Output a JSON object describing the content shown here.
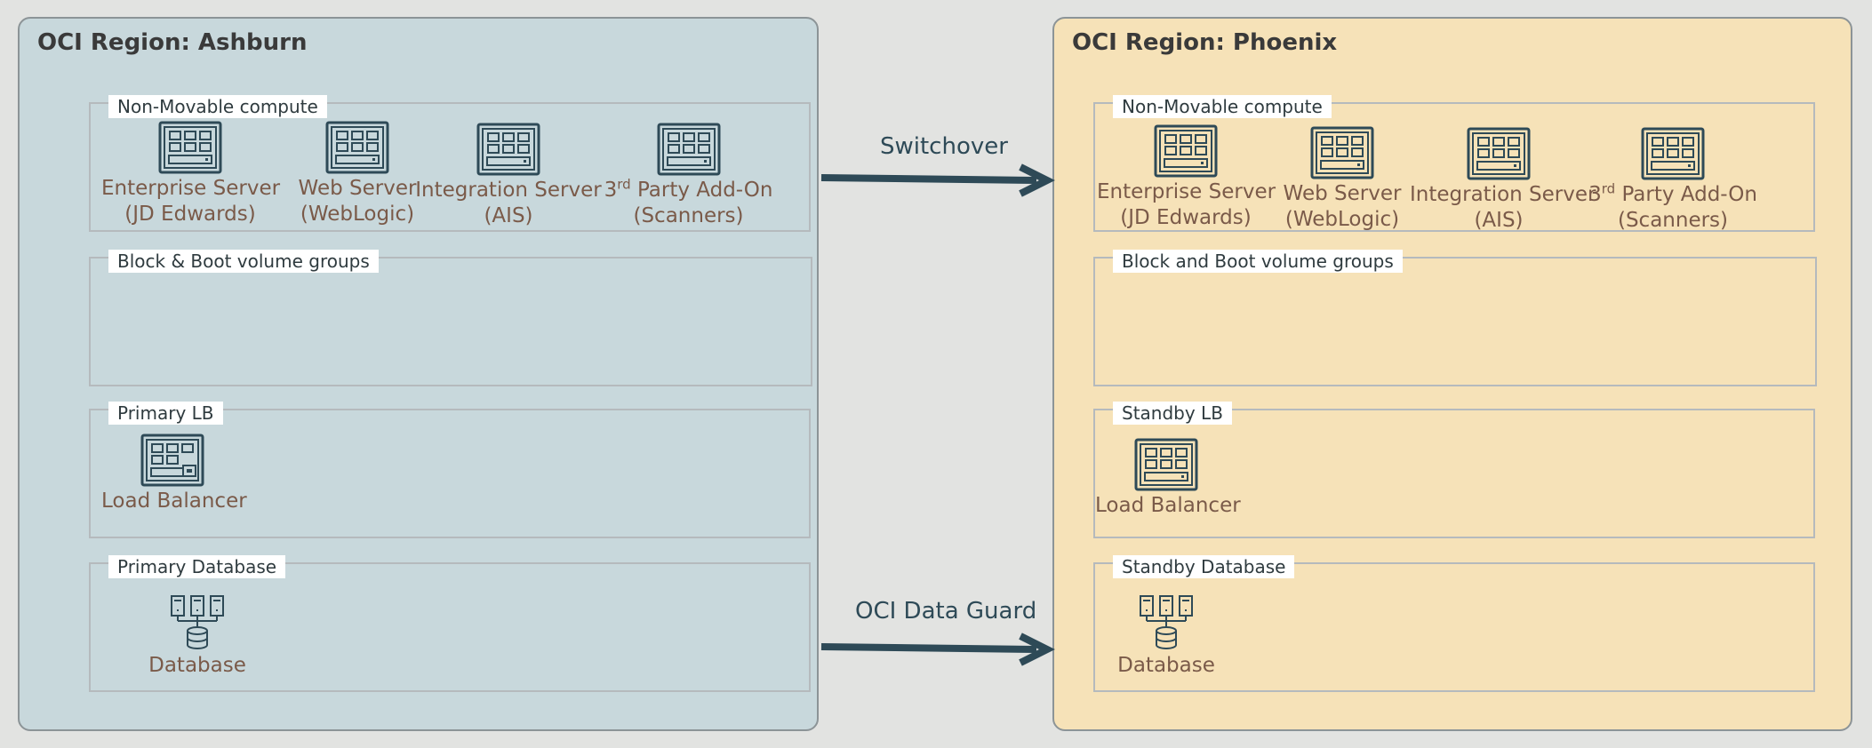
{
  "regions": {
    "ashburn": {
      "title": "OCI Region: Ashburn",
      "groups": {
        "compute": "Non-Movable compute",
        "volumes": "Block & Boot volume groups",
        "lb": "Primary LB",
        "db": "Primary Database"
      },
      "nodes": {
        "enterprise": [
          "Enterprise Server",
          "(JD Edwards)"
        ],
        "web": [
          "Web Server",
          "(WebLogic)"
        ],
        "integration": [
          "Integration Server",
          "(AIS)"
        ],
        "thirdparty_sup": "rd",
        "thirdparty_prefix": "3",
        "thirdparty_rest": " Party Add-On",
        "thirdparty_sub": "(Scanners)",
        "lb": "Load Balancer",
        "db": "Database"
      }
    },
    "phoenix": {
      "title": "OCI Region: Phoenix",
      "groups": {
        "compute": "Non-Movable compute",
        "volumes": "Block and Boot volume groups",
        "lb": "Standby LB",
        "db": "Standby Database"
      },
      "nodes": {
        "enterprise": [
          "Enterprise Server",
          "(JD Edwards)"
        ],
        "web": [
          "Web Server",
          "(WebLogic)"
        ],
        "integration": [
          "Integration Server",
          "(AIS)"
        ],
        "thirdparty_sup": "rd",
        "thirdparty_prefix": "3",
        "thirdparty_rest": " Party Add-On",
        "thirdparty_sub": "(Scanners)",
        "lb": "Load Balancer",
        "db": "Database"
      }
    }
  },
  "flows": {
    "switchover": "Switchover",
    "dataguard": "OCI Data Guard"
  },
  "colors": {
    "ashburn_bg": "#c8d8dc",
    "phoenix_bg": "#f6e2b8",
    "icon_stroke": "#2e4a57",
    "node_text": "#7a5a49"
  },
  "icons": {
    "compute": "server-icon",
    "load_balancer": "load-balancer-icon",
    "database": "database-cluster-icon"
  }
}
